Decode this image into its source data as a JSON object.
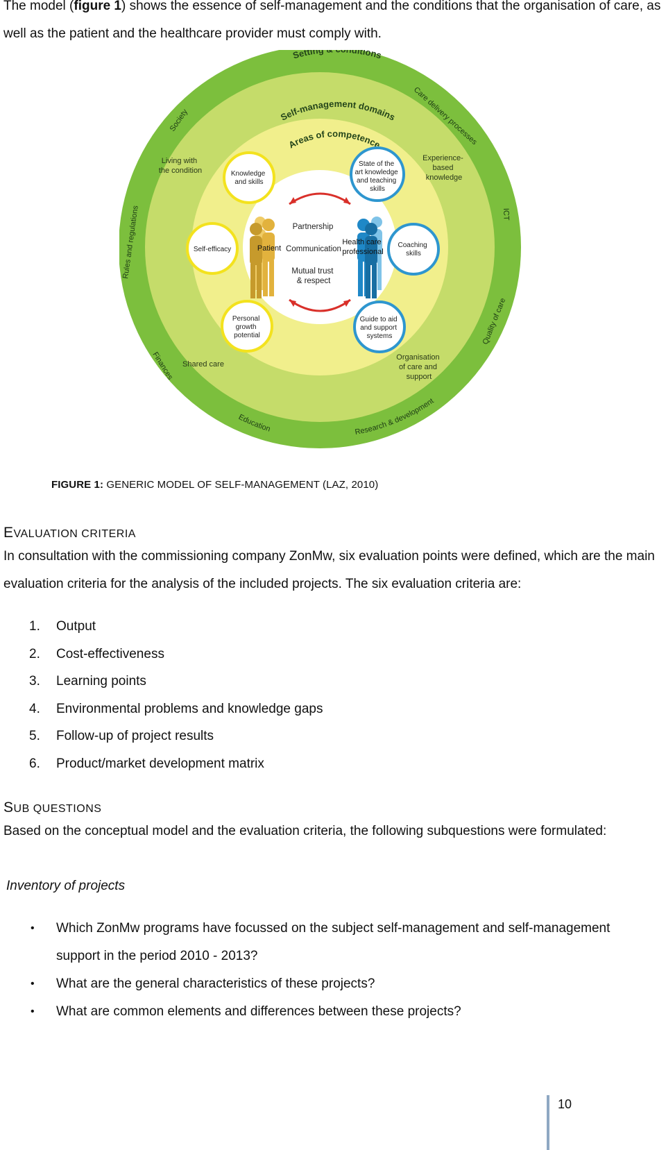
{
  "intro": {
    "pre": "The model (",
    "bold": "figure 1",
    "post": ") shows the essence of self-management and the conditions that the organisation of care, as well as the patient and the healthcare provider must comply with."
  },
  "figure": {
    "outer_title": "Setting & conditions",
    "domains_title": "Self-management domains",
    "competence_title": "Areas of competence",
    "outer_labels": [
      "Society",
      "Care delivery processes",
      "Rules and regulations",
      "ICT",
      "Finances",
      "Quality of care",
      "Education",
      "Research & development"
    ],
    "domain_labels": {
      "living": [
        "Living with",
        "the condition"
      ],
      "experience": [
        "Experience-",
        "based",
        "knowledge"
      ],
      "shared": [
        "Shared care"
      ],
      "organisation": [
        "Organisation",
        "of care and",
        "support"
      ]
    },
    "patient_circles": {
      "knowledge": [
        "Knowledge",
        "and skills"
      ],
      "efficacy": [
        "Self-efficacy"
      ],
      "growth": [
        "Personal",
        "growth",
        "potential"
      ]
    },
    "professional_circles": {
      "state": [
        "State of the",
        "art knowledge",
        "and teaching",
        "skills"
      ],
      "coaching": [
        "Coaching",
        "skills"
      ],
      "guide": [
        "Guide to aid",
        "and support",
        "systems"
      ]
    },
    "center": {
      "partnership": "Partnership",
      "communication": "Communication",
      "trust": [
        "Mutual trust",
        "& respect"
      ],
      "patient": "Patient",
      "professional": [
        "Health care",
        "professional"
      ]
    },
    "colors": {
      "outer_ring": "#7cbf3d",
      "domain_ring": "#c5dc6a",
      "competence_ring": "#f1ef8c",
      "center": "#ffffff",
      "patient_accent": "#f3e21e",
      "professional_accent": "#2e96cf",
      "patient_figure": "#e2b23d",
      "professional_figure": "#1f88c7",
      "arrow": "#d9302a"
    }
  },
  "caption": {
    "label": "FIGURE 1:",
    "text": " GENERIC MODEL OF SELF-MANAGEMENT (LAZ, 2010)"
  },
  "evaluation": {
    "heading_first": "E",
    "heading_rest": "valuation criteria",
    "text": "In consultation with the commissioning company ZonMw, six evaluation points were defined, which are the main evaluation criteria for the analysis of the included projects. The six evaluation criteria are:",
    "items": [
      {
        "num": "1.",
        "text": "Output"
      },
      {
        "num": "2.",
        "text": "Cost-effectiveness"
      },
      {
        "num": "3.",
        "text": "Learning points"
      },
      {
        "num": "4.",
        "text": "Environmental problems and knowledge gaps"
      },
      {
        "num": "5.",
        "text": "Follow-up of project results"
      },
      {
        "num": "6.",
        "text": "Product/market development matrix"
      }
    ]
  },
  "subquestions": {
    "heading_first": "S",
    "heading_rest": "ub questions",
    "text": "Based on the conceptual model and the evaluation criteria, the following subquestions were formulated:",
    "subheading": "Inventory of projects",
    "bullet": "•",
    "items": [
      "Which ZonMw programs have focussed on the subject self-management and self-management support in the period 2010 - 2013?",
      "What are the general characteristics of these projects?",
      "What are common elements and differences between these projects?"
    ]
  },
  "page_number": "10"
}
